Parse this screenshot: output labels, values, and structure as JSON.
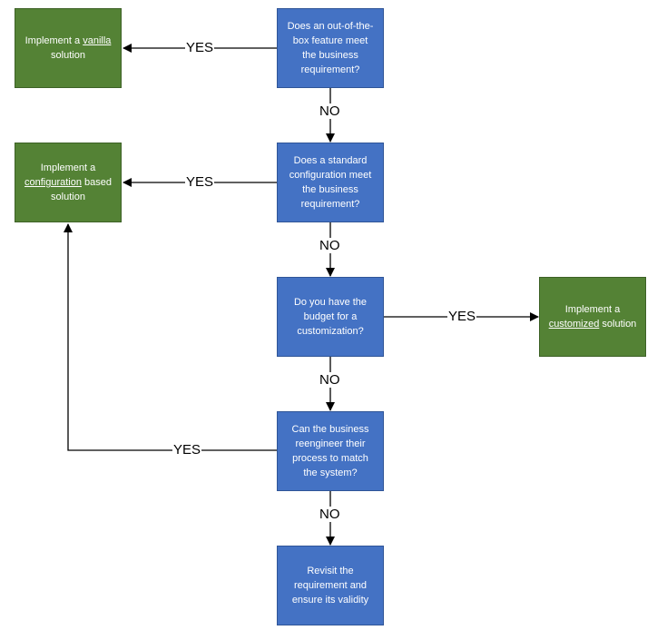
{
  "nodes": {
    "q1": "Does an out-of-the-box feature meet the business requirement?",
    "q2": "Does a standard configuration meet the business requirement?",
    "q3": "Do you have the budget for a customization?",
    "q4": "Can the business reengineer their process to match the system?",
    "revisit": "Revisit the requirement and ensure its validity",
    "vanilla": {
      "pre": "Implement a ",
      "key": "vanilla",
      "post": " solution"
    },
    "configuration": {
      "pre": "Implement a ",
      "key": "configuration",
      "post": " based solution"
    },
    "customized": {
      "pre": "Implement a ",
      "key": "customized",
      "post": " solution"
    }
  },
  "edges": {
    "yes": "YES",
    "no": "NO"
  },
  "colors": {
    "question_fill": "#4472c4",
    "answer_fill": "#548235",
    "line": "#000000"
  }
}
